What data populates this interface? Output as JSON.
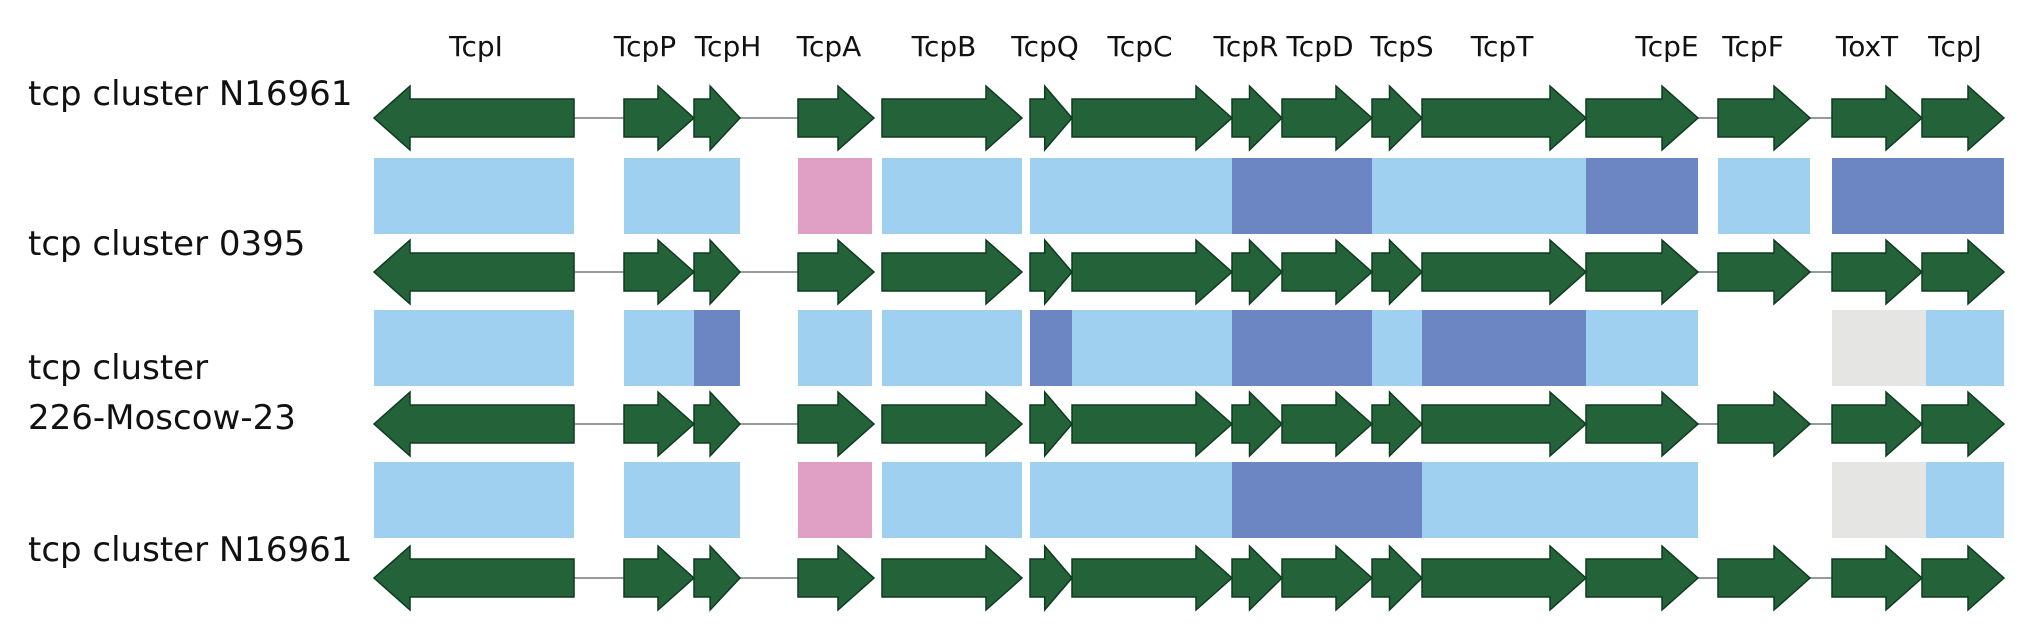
{
  "colors": {
    "arrow_fill": "#24633a",
    "arrow_stroke": "#0e3a1e",
    "backbone": "#9a9a9a",
    "sim_light_blue": "#9fd0ef",
    "sim_dark_blue": "#6c86c4",
    "sim_pink": "#e0a0c5",
    "sim_gray": "#e5e5e3"
  },
  "genes": [
    {
      "name": "TcpI",
      "direction": "left"
    },
    {
      "name": "TcpP",
      "direction": "right"
    },
    {
      "name": "TcpH",
      "direction": "right"
    },
    {
      "name": "TcpA",
      "direction": "right"
    },
    {
      "name": "TcpB",
      "direction": "right"
    },
    {
      "name": "TcpQ",
      "direction": "right"
    },
    {
      "name": "TcpC",
      "direction": "right"
    },
    {
      "name": "TcpR",
      "direction": "right"
    },
    {
      "name": "TcpD",
      "direction": "right"
    },
    {
      "name": "TcpS",
      "direction": "right"
    },
    {
      "name": "TcpT",
      "direction": "right"
    },
    {
      "name": "TcpE",
      "direction": "right"
    },
    {
      "name": "TcpF",
      "direction": "right"
    },
    {
      "name": "ToxT",
      "direction": "right"
    },
    {
      "name": "TcpJ",
      "direction": "right"
    }
  ],
  "clusters": [
    {
      "label_lines": [
        "tcp cluster N16961"
      ]
    },
    {
      "label_lines": [
        "tcp cluster 0395"
      ]
    },
    {
      "label_lines": [
        "tcp cluster",
        "226-Moscow-23"
      ]
    },
    {
      "label_lines": [
        "tcp cluster N16961"
      ]
    }
  ],
  "similarity_bands": [
    [
      "light",
      "light",
      "light",
      "pink",
      "light",
      "light",
      "light",
      "dark",
      "dark",
      "light",
      "light",
      "dark",
      "light",
      "dark",
      "dark"
    ],
    [
      "light",
      "light",
      "dark",
      "light",
      "light",
      "dark",
      "light",
      "dark",
      "dark",
      "light",
      "dark",
      "light",
      "none",
      "gray",
      "light"
    ],
    [
      "light",
      "light",
      "light",
      "pink",
      "light",
      "light",
      "light",
      "dark",
      "dark",
      "dark",
      "light",
      "light",
      "none",
      "gray",
      "light"
    ]
  ]
}
